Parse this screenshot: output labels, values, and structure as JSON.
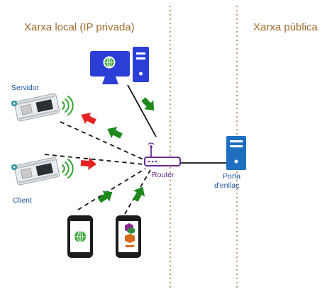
{
  "headings": {
    "local_network": "Xarxa local (IP privada)",
    "public_network": "Xarxa pública"
  },
  "labels": {
    "server": "Servidor",
    "client": "Client",
    "router": "Router",
    "gateway_line1": "Porta",
    "gateway_line2": "d'enllaç"
  },
  "colors": {
    "heading": "#a26b2e",
    "separator": "#a26b2e",
    "device_blue": "#2b3fd6",
    "router_purple": "#6a2b8f",
    "gateway_blue": "#1f6fc0",
    "arrow_red": "#e82222",
    "arrow_green": "#1e8a1e",
    "wifi_green": "#35a535",
    "board_teal": "#1d8c9a"
  },
  "icons": {
    "desktop": "desktop-computer-icon",
    "server_board": "arduino-board-icon",
    "client_board": "arduino-board-icon",
    "router": "wifi-router-icon",
    "gateway": "server-tower-icon",
    "phone_browser": "smartphone-browser-icon",
    "phone_app": "smartphone-app-icon"
  }
}
